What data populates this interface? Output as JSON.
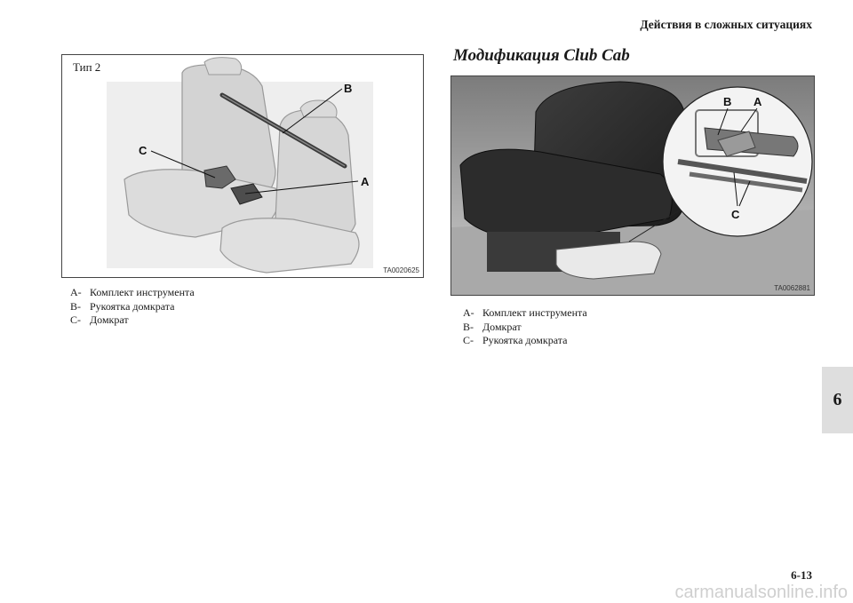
{
  "header": {
    "title": "Действия в сложных ситуациях"
  },
  "section": {
    "title": "Модификация Club Cab"
  },
  "figure1": {
    "type_label": "Тип 2",
    "code": "TA0020625",
    "callouts": {
      "a": "A",
      "b": "B",
      "c": "C"
    },
    "legend": [
      {
        "key": "A-",
        "text": "Комплект инструмента"
      },
      {
        "key": "B-",
        "text": "Рукоятка домкрата"
      },
      {
        "key": "C-",
        "text": "Домкрат"
      }
    ]
  },
  "figure2": {
    "code": "TA0062881",
    "callouts": {
      "a": "A",
      "b": "B",
      "c": "C"
    },
    "legend": [
      {
        "key": "A-",
        "text": "Комплект инструмента"
      },
      {
        "key": "B-",
        "text": "Домкрат"
      },
      {
        "key": "C-",
        "text": "Рукоятка домкрата"
      }
    ]
  },
  "chapter_tab": "6",
  "page_number": "6-13",
  "watermark": "carmanualsonline.info"
}
